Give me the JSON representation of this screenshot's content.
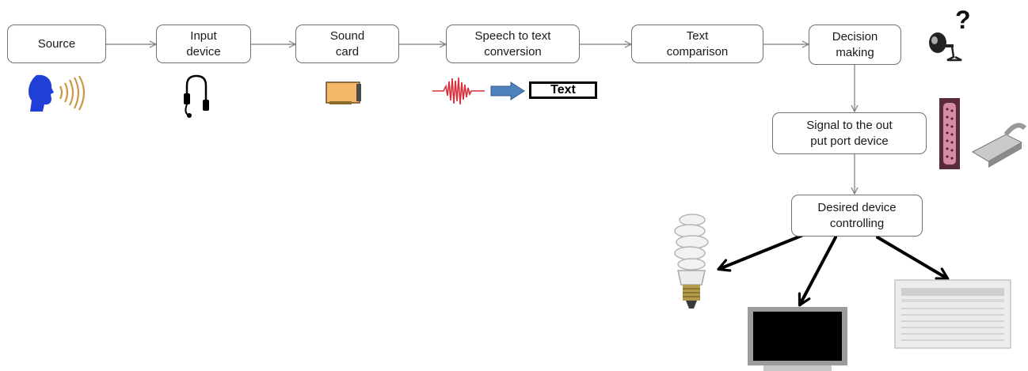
{
  "flow": {
    "source": "Source",
    "input_device": "Input\ndevice",
    "sound_card": "Sound\ncard",
    "speech_to_text": "Speech to text\nconversion",
    "text_comparison": "Text\ncomparison",
    "decision_making": "Decision\nmaking",
    "signal_output": "Signal to the  out\nput  port device",
    "desired_device": "Desired device\ncontrolling"
  },
  "illustrations": {
    "text_badge": "Text",
    "question_mark": "?"
  },
  "icons": [
    "speaking-head-icon",
    "headset-icon",
    "sound-card-icon",
    "waveform-icon",
    "blue-arrow-icon",
    "microphone-question-icon",
    "parallel-port-icon",
    "light-bulb-icon",
    "television-icon",
    "air-conditioner-icon"
  ],
  "colors": {
    "box_border": "#6f6f6f",
    "connector": "#7a7a7a",
    "device_arrow": "#000000",
    "head_blue": "#1f3fd6",
    "wave_red": "#d6303a",
    "arrow_blue": "#4f81bd",
    "card_orange": "#f4b86a"
  }
}
